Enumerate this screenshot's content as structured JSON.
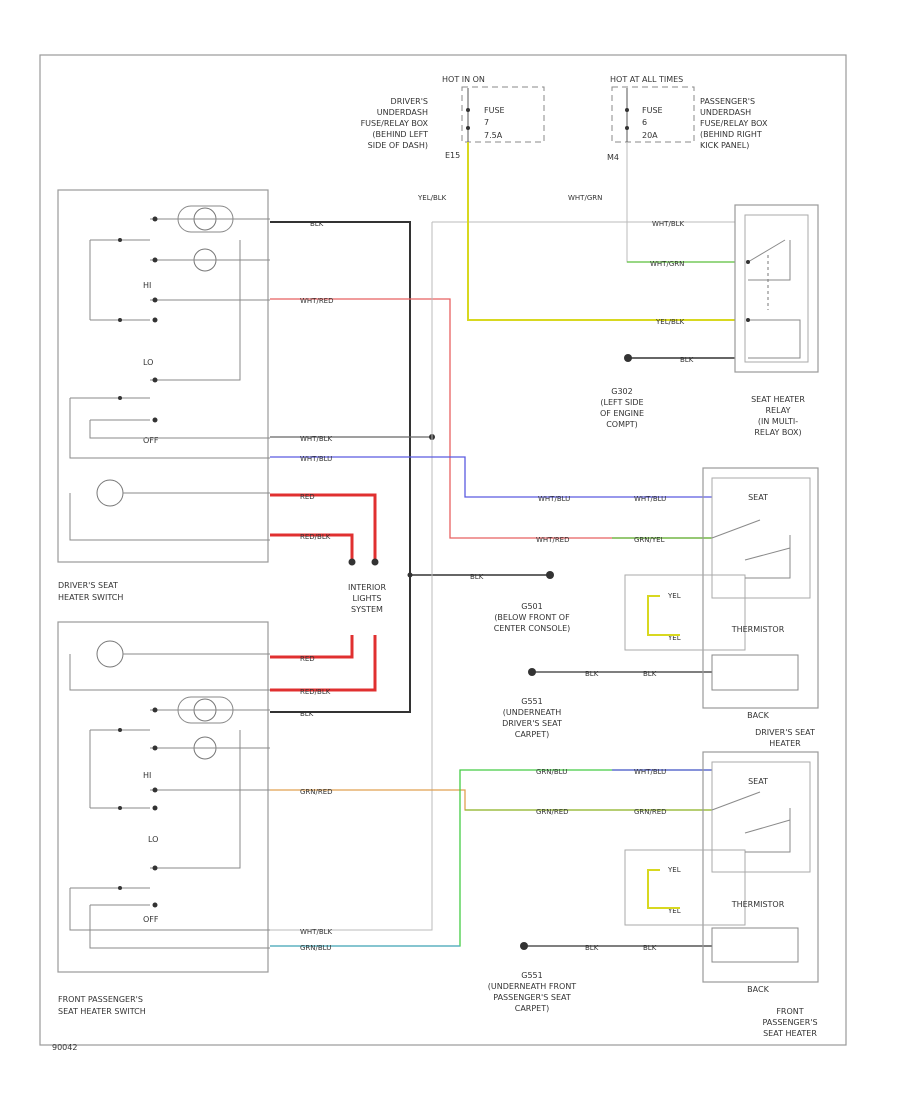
{
  "fuse_boxes": {
    "left": {
      "top_label": "HOT IN ON",
      "location_lines": [
        "DRIVER'S",
        "UNDERDASH",
        "FUSE/RELAY BOX",
        "(BEHIND LEFT",
        "SIDE OF DASH)"
      ],
      "fuse_label": "FUSE",
      "fuse_number": "7",
      "rating": "7.5A",
      "terminal": "E15"
    },
    "right": {
      "top_label": "HOT AT ALL TIMES",
      "location_lines": [
        "PASSENGER'S",
        "UNDERDASH",
        "FUSE/RELAY BOX",
        "(BEHIND RIGHT",
        "KICK PANEL)"
      ],
      "fuse_label": "FUSE",
      "fuse_number": "6",
      "rating": "20A",
      "terminal": "M4"
    }
  },
  "components": {
    "driver_switch": [
      "DRIVER'S SEAT",
      "HEATER SWITCH"
    ],
    "passenger_switch": [
      "FRONT PASSENGER'S",
      "SEAT HEATER SWITCH"
    ],
    "interior_lights": [
      "INTERIOR",
      "LIGHTS",
      "SYSTEM"
    ],
    "relay": [
      "SEAT HEATER",
      "RELAY",
      "(IN MULTI-",
      "RELAY BOX)"
    ],
    "driver_heater": [
      "DRIVER'S SEAT",
      "HEATER"
    ],
    "passenger_heater": [
      "FRONT",
      "PASSENGER'S",
      "SEAT HEATER"
    ],
    "thermistor_label": "THERMISTOR",
    "seat_back_label": "BACK",
    "heater_element_label": "SEAT",
    "switch_level_hi": "HI",
    "switch_level_lo": "LO",
    "switch_off": "OFF"
  },
  "grounds": {
    "g302": [
      "G302",
      "(LEFT SIDE",
      "OF ENGINE",
      "COMPT)"
    ],
    "g501": [
      "G501",
      "(BELOW FRONT OF",
      "CENTER CONSOLE)"
    ],
    "g551a": [
      "G551",
      "(UNDERNEATH",
      "DRIVER'S SEAT",
      "CARPET)"
    ],
    "g551b": [
      "G551",
      "(UNDERNEATH FRONT",
      "PASSENGER'S SEAT",
      "CARPET)"
    ]
  },
  "wires": {
    "blk": "BLK",
    "wht_red": "WHT/RED",
    "wht_blk": "WHT/BLK",
    "wht_blu": "WHT/BLU",
    "red": "RED",
    "red_blk": "RED/BLK",
    "yel_blk": "YEL/BLK",
    "wht_grn": "WHT/GRN",
    "grn_yel": "GRN/YEL",
    "grn_red": "GRN/RED",
    "grn_blu": "GRN/BLU",
    "yel": "YEL"
  },
  "footer_code": "90042"
}
